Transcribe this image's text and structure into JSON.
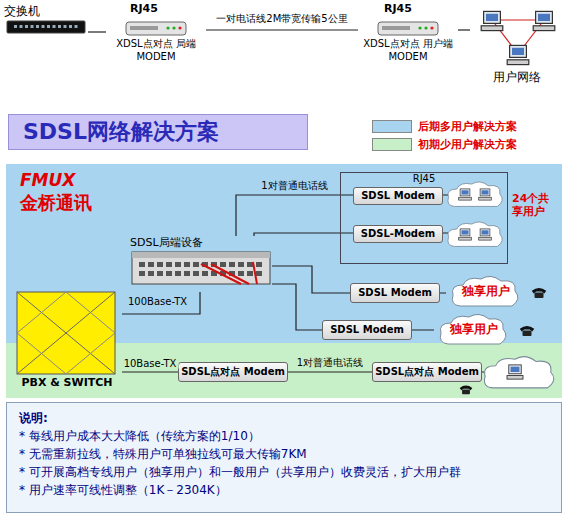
{
  "diagram": {
    "title": "SDSL网络解决方案",
    "nodes": [
      {
        "text": [
          "交换机"
        ]
      },
      {
        "text": [
          "XDSL点对点 局端MODEM"
        ]
      },
      {
        "text": [
          "XDSL点对点 用户端 MODEM"
        ]
      },
      {
        "text": [
          "用户网络"
        ]
      },
      {
        "text": [
          "SDSL局端设备"
        ]
      },
      {
        "text": [
          "PBX & SWITCH"
        ]
      },
      {
        "text": [
          "RJ45"
        ]
      },
      {
        "text": [
          "SDSL Modem"
        ],
        "in": 6
      },
      {
        "text": [
          "SDSL-Modem"
        ],
        "in": 6
      },
      {
        "text": [
          "SDSL Modem"
        ]
      },
      {
        "text": [
          "SDSL Modem"
        ]
      },
      {
        "text": [
          "SDSL点对点 Modem"
        ]
      },
      {
        "text": [
          "SDSL点对点 Modem"
        ]
      },
      {
        "text": [
          "说明:",
          "* 每线用户成本大大降低（传统方案的1/10）",
          "* 无需重新拉线，特殊用户可单独拉线可最大传输7KM",
          "* 可开展高档专线用户（独享用户）和一般用户（共享用户）收费灵活，扩大用户群",
          "* 用户速率可线性调整（1K－2304K）"
        ]
      }
    ],
    "edges": [
      {
        "from": 0,
        "to": 1,
        "arrow": "none"
      },
      {
        "from": 1,
        "to": 2,
        "label": "一对电话线2M带宽传输5公里",
        "arrow": "none"
      },
      {
        "from": 2,
        "to": 3,
        "arrow": "none"
      },
      {
        "from": 5,
        "to": 4,
        "arrow": "none"
      },
      {
        "from": 4,
        "to": 7,
        "label": "1对普通电话线",
        "arrow": "none"
      },
      {
        "from": 4,
        "to": 8,
        "arrow": "none"
      },
      {
        "from": 4,
        "to": 9,
        "arrow": "none"
      },
      {
        "from": 4,
        "to": 10,
        "arrow": "none"
      },
      {
        "from": 5,
        "to": 11,
        "label": "10Base-TX",
        "arrow": "none"
      },
      {
        "from": 11,
        "to": 12,
        "label": "1对普通电话线",
        "arrow": "none"
      }
    ],
    "labels": [
      "RJ45",
      "RJ45",
      "FMUX",
      "金桥通讯",
      "24个共享用户",
      "独享用户",
      "独享用户",
      "100Base-TX"
    ],
    "legend": [
      {
        "text": "后期多用户解决方案",
        "color": "#a8d4f0"
      },
      {
        "text": "初期少用户解决方案",
        "color": "#c8f0c8"
      }
    ]
  }
}
